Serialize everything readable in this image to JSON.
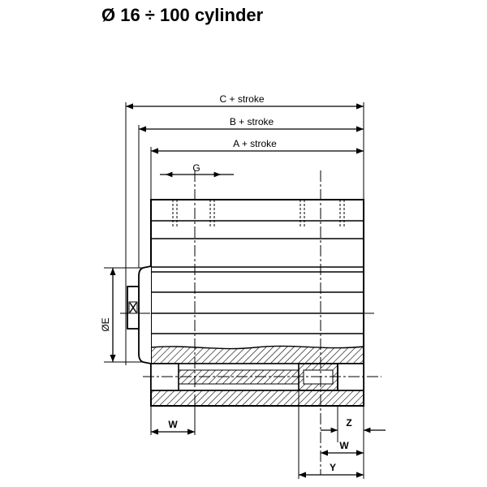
{
  "title": "Ø 16 ÷ 100 cylinder",
  "dimensions": {
    "c_stroke": "C + stroke",
    "b_stroke": "B + stroke",
    "a_stroke": "A + stroke",
    "g": "G",
    "e": "ØE",
    "w_left": "W",
    "z": "Z",
    "w_right": "W",
    "y": "Y"
  }
}
